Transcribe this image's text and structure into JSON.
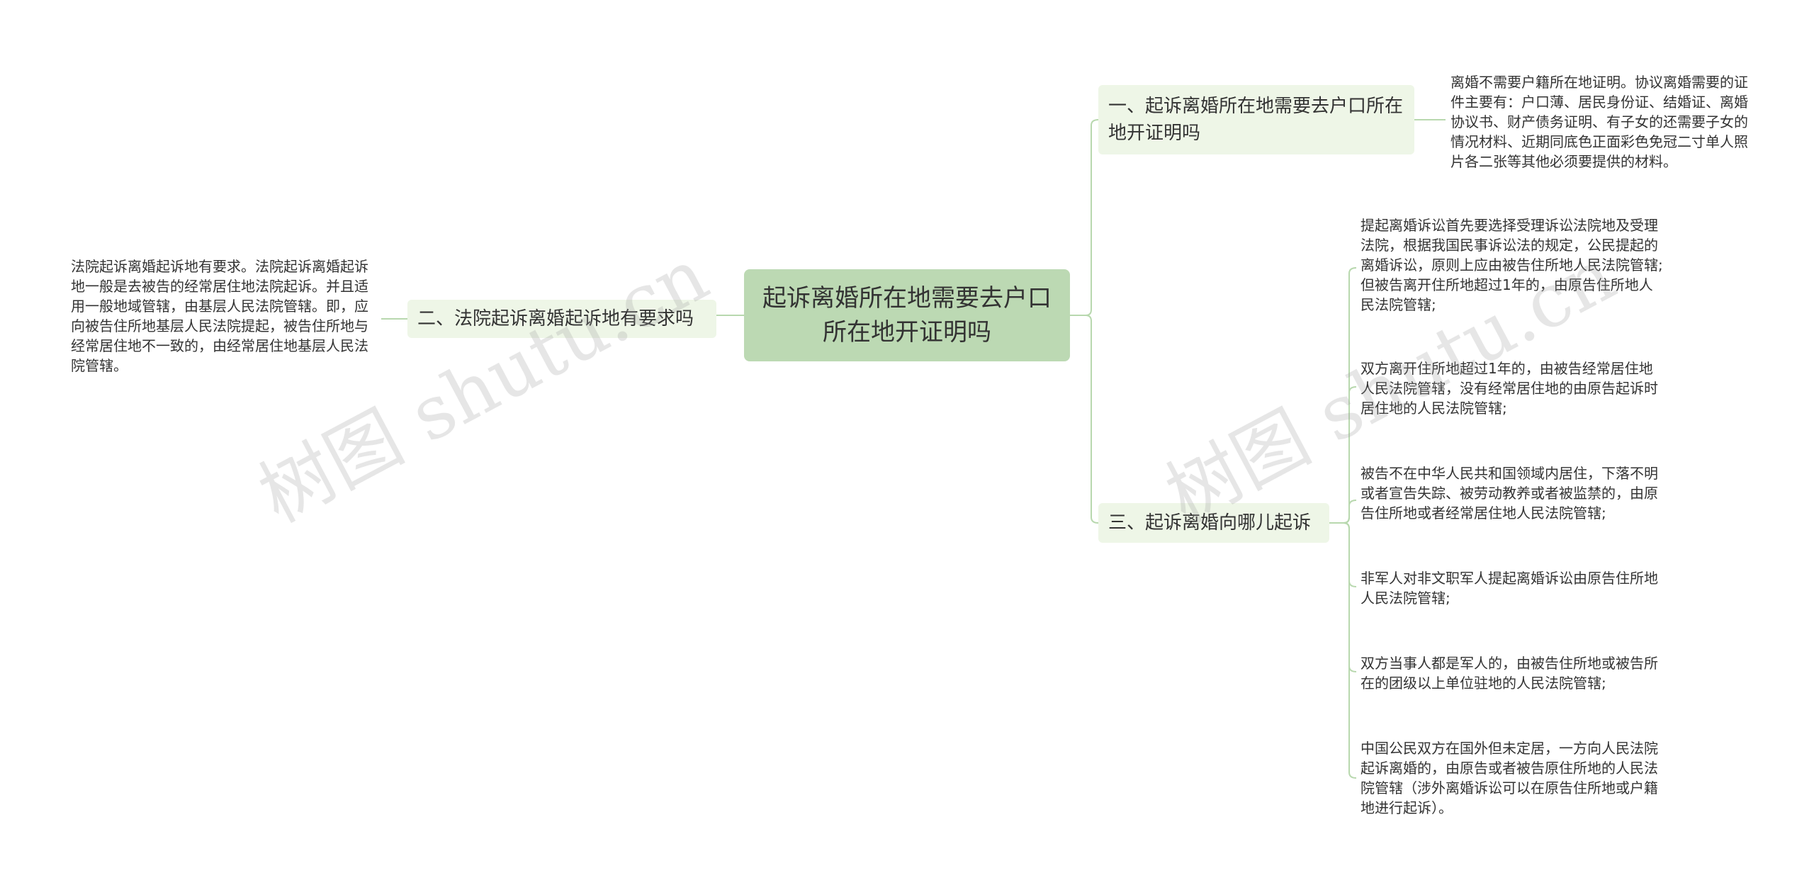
{
  "root": {
    "text": "起诉离婚所在地需要去户口所在地开证明吗"
  },
  "branches": [
    {
      "text": "一、起诉离婚所在地需要去户口所在地开证明吗"
    },
    {
      "text": "二、法院起诉离婚起诉地有要求吗"
    },
    {
      "text": "三、起诉离婚向哪儿起诉"
    }
  ],
  "leaves": [
    {
      "text": "离婚不需要户籍所在地证明。协议离婚需要的证件主要有：户口薄、居民身份证、结婚证、离婚协议书、财产债务证明、有子女的还需要子女的情况材料、近期同底色正面彩色免冠二寸单人照片各二张等其他必须要提供的材料。"
    },
    {
      "text": "法院起诉离婚起诉地有要求。法院起诉离婚起诉地一般是去被告的经常居住地法院起诉。并且适用一般地域管辖，由基层人民法院管辖。即，应向被告住所地基层人民法院提起，被告住所地与经常居住地不一致的，由经常居住地基层人民法院管辖。"
    },
    {
      "text": "提起离婚诉讼首先要选择受理诉讼法院地及受理法院，根据我国民事诉讼法的规定，公民提起的离婚诉讼，原则上应由被告住所地人民法院管辖;但被告离开住所地超过1年的，由原告住所地人民法院管辖;"
    },
    {
      "text": "双方离开住所地超过1年的，由被告经常居住地人民法院管辖，没有经常居住地的由原告起诉时居住地的人民法院管辖;"
    },
    {
      "text": "被告不在中华人民共和国领域内居住，下落不明或者宣告失踪、被劳动教养或者被监禁的，由原告住所地或者经常居住地人民法院管辖;"
    },
    {
      "text": "非军人对非文职军人提起离婚诉讼由原告住所地人民法院管辖;"
    },
    {
      "text": "双方当事人都是军人的，由被告住所地或被告所在的团级以上单位驻地的人民法院管辖;"
    },
    {
      "text": "中国公民双方在国外但未定居，一方向人民法院起诉离婚的，由原告或者被告原住所地的人民法院管辖（涉外离婚诉讼可以在原告住所地或户籍地进行起诉）。"
    }
  ],
  "watermark": {
    "text": "树图 shutu.cn"
  },
  "colors": {
    "root_bg": "#bcd9b3",
    "branch_bg": "#eef6e7",
    "link": "#b8d8ae"
  }
}
